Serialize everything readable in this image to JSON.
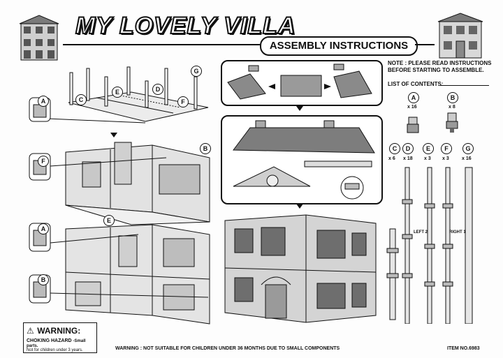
{
  "header": {
    "title": "MY LOVELY VILLA",
    "subtitle": "ASSEMBLY INSTRUCTIONS"
  },
  "note": {
    "line1": "NOTE : PLEASE READ INSTRUCTIONS",
    "line2": "BEFORE STARTING TO ASSEMBLE."
  },
  "contents": {
    "label": "LIST OF CONTENTS:",
    "parts": [
      {
        "letter": "A",
        "qty": "x 16"
      },
      {
        "letter": "B",
        "qty": "x 8"
      },
      {
        "letter": "C",
        "qty": "x 6"
      },
      {
        "letter": "D",
        "qty": "x 18"
      },
      {
        "letter": "E",
        "qty": "x 3"
      },
      {
        "letter": "F",
        "qty": "x 3"
      },
      {
        "letter": "G",
        "qty": "x 16"
      }
    ],
    "left_label": "LEFT 2",
    "right_label": "RIGHT 1"
  },
  "callouts": {
    "c1": "C",
    "e1": "E",
    "d1": "D",
    "f1": "F",
    "g1": "G",
    "a1": "A",
    "f2": "F",
    "b1": "B",
    "a2": "A",
    "e2": "E",
    "b2": "B"
  },
  "warning": {
    "heading": "WARNING:",
    "hazard": "CHOKING HAZARD",
    "hazard_small": "-Small parts.",
    "age": "Not for children under 3 years."
  },
  "footer": {
    "warning": "WARNING : NOT SUITABLE FOR CHILDREN UNDER 36 MONTHS DUE TO SMALL COMPONENTS",
    "item": "ITEM  NO.6983"
  },
  "colors": {
    "ink": "#111111",
    "paper": "#fdfdfd",
    "wall": "#d9d9d9",
    "roof": "#8a8a8a"
  }
}
